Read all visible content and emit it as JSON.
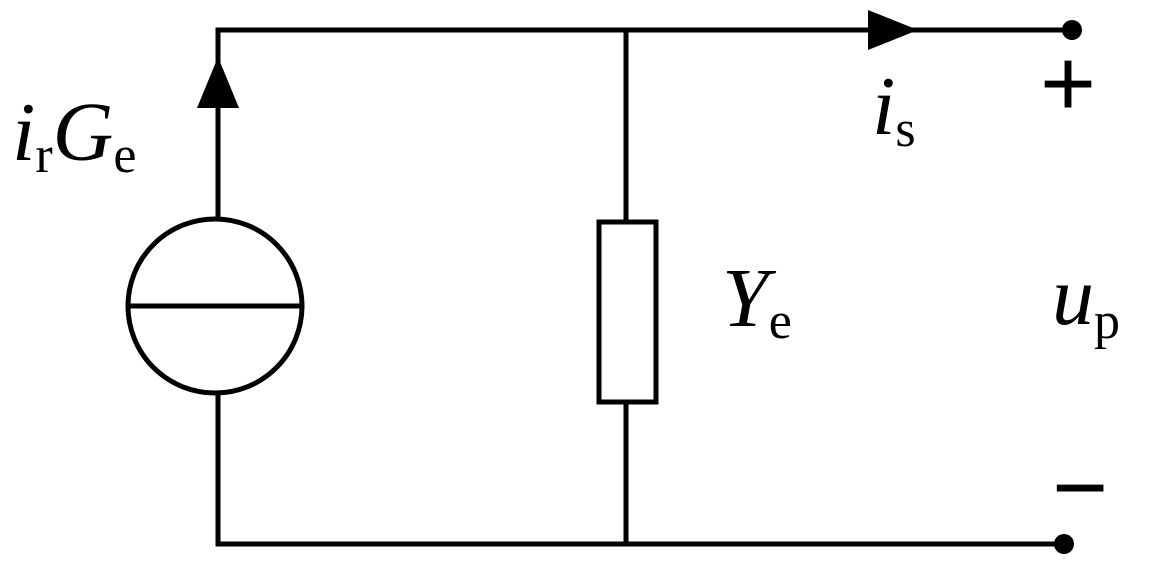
{
  "source": {
    "main": "i",
    "sub1": "r",
    "main2": "G",
    "sub2": "e"
  },
  "admittance": {
    "main": "Y",
    "sub": "e"
  },
  "output_current": {
    "main": "i",
    "sub": "s"
  },
  "output_voltage": {
    "main": "u",
    "sub": "p"
  },
  "terminals": {
    "plus": "+",
    "minus": "−"
  },
  "colors": {
    "ink": "#000000",
    "background": "#ffffff"
  },
  "icons": {
    "source": "current-source-icon",
    "resistor": "admittance-box-icon",
    "arrow": "arrowhead-icon",
    "terminal": "terminal-dot-icon"
  }
}
